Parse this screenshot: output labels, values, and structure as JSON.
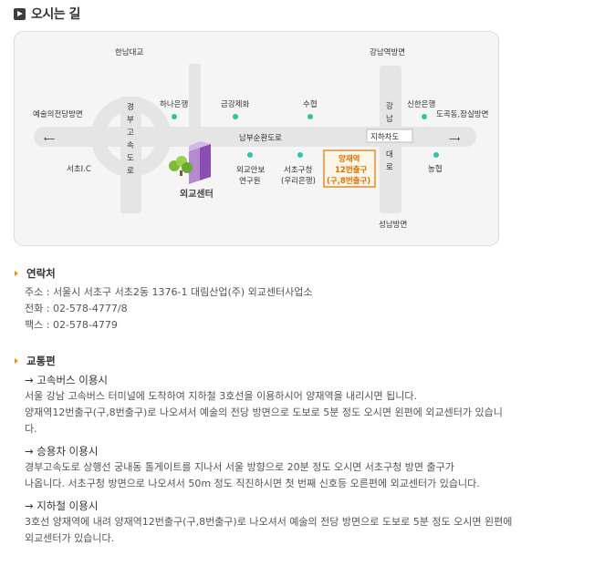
{
  "page": {
    "title": "오시는 길"
  },
  "map": {
    "roads": {
      "left": "예술의전당방면",
      "top_left": "한남대교",
      "top_right": "강남역방면",
      "bottom_right": "성남방면",
      "right": "도곡동,잠실방면",
      "left_ic": "서초I.C",
      "main_road": "남부순환도로",
      "underpass": "지하차도",
      "expressway_chars": [
        "경",
        "부",
        "고",
        "속",
        "도",
        "로"
      ],
      "gangnam_top": [
        "강",
        "남"
      ],
      "gangnam_bottom": [
        "대",
        "로"
      ]
    },
    "landmarks": {
      "hana": "하나은행",
      "geumgang": "금강제화",
      "subak": "수협",
      "shinhan": "신한은행",
      "diplomacy": [
        "외교안보",
        "연구원"
      ],
      "seocho_office": [
        "서초구청",
        "(우리은행)"
      ],
      "nonghyup": "농협",
      "center": "외교센터"
    },
    "station": [
      "양재역",
      "12번출구",
      "(구,8번출구)"
    ],
    "arrows": {
      "left": "⟵",
      "right": "⟶"
    },
    "colors": {
      "road": "#e5e5e5",
      "dot": "#33c2a8",
      "exit": "#e07000",
      "building": "#8a4fb0"
    }
  },
  "contact": {
    "title": "연락처",
    "lines": [
      "주소 : 서울시 서초구 서초2동 1376-1 대림산업(주) 외교센터사업소",
      "전화 : 02-578-4777/8",
      "팩스 : 02-578-4779"
    ]
  },
  "transport": {
    "title": "교통편",
    "bus": {
      "heading": "→ 고속버스 이용시",
      "lines": [
        "서울 강남 고속버스 터미널에 도착하여 지하철 3호선을 이용하시어 양재역을 내리시면 됩니다.",
        "양재역12번출구(구,8번출구)로 나오셔서 예술의 전당 방면으로 도보로 5분 정도 오시면 왼편에 외교센터가 있습니",
        "다."
      ]
    },
    "car": {
      "heading": "→ 승용차 이용시",
      "lines": [
        "경부고속도로 상행선 궁내동 톨게이트를 지나서 서울 방향으로 20분 정도 오시면 서초구청 방면 출구가",
        "나옵니다. 서초구청 방면으로 나오셔서 50m 정도 직진하시면 첫 번째 신호등 오른편에 외교센터가 있습니다."
      ]
    },
    "subway": {
      "heading": "→ 지하철 이용시",
      "lines": [
        "3호선 양재역에 내려 양재역12번출구(구,8번출구)로 나오셔서 예술의 전당 방면으로 도보로 5분 정도 오시면 왼편에",
        "외교센터가 있습니다."
      ]
    }
  }
}
